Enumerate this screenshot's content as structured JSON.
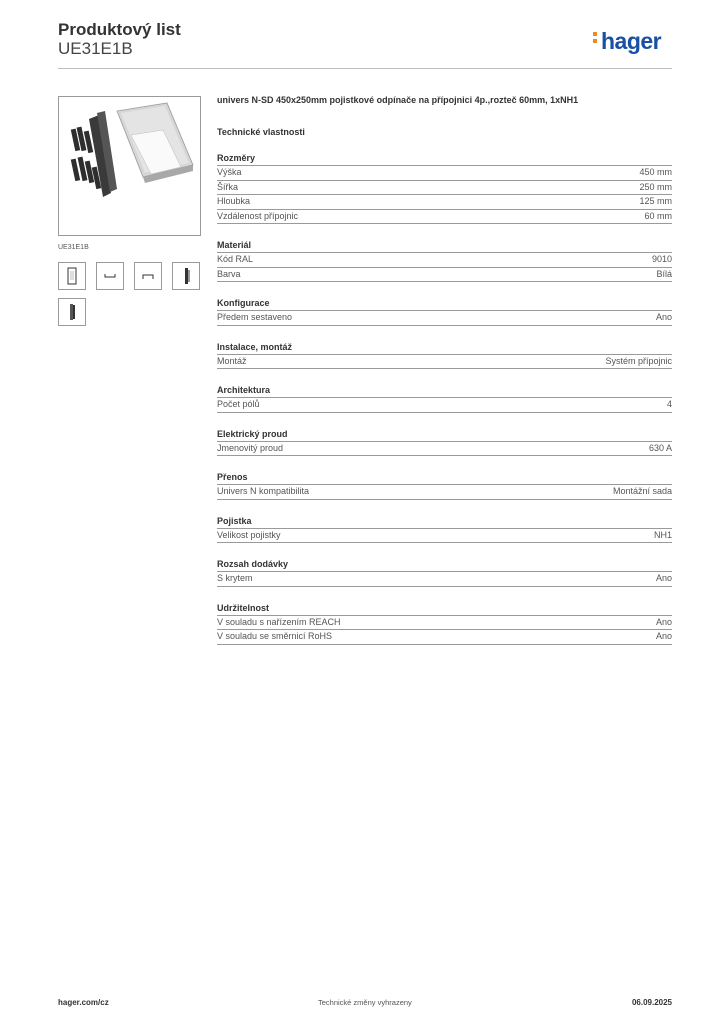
{
  "header": {
    "title": "Produktový list",
    "code": "UE31E1B",
    "logo": "hager"
  },
  "colors": {
    "logo_blue": "#1a4fa3",
    "logo_orange": "#f08a1c"
  },
  "image": {
    "caption": "UE31E1B"
  },
  "description": "univers N-SD 450x250mm pojistkové odpínače na přípojnici 4p.,rozteč 60mm, 1xNH1",
  "tech_title": "Technické vlastnosti",
  "groups": [
    {
      "title": "Rozměry",
      "rows": [
        {
          "label": "Výška",
          "value": "450 mm"
        },
        {
          "label": "Šířka",
          "value": "250 mm"
        },
        {
          "label": "Hloubka",
          "value": "125 mm"
        },
        {
          "label": "Vzdálenost přípojnic",
          "value": "60 mm"
        }
      ]
    },
    {
      "title": "Materiál",
      "rows": [
        {
          "label": "Kód RAL",
          "value": "9010"
        },
        {
          "label": "Barva",
          "value": "Bílá"
        }
      ]
    },
    {
      "title": "Konfigurace",
      "rows": [
        {
          "label": "Předem sestaveno",
          "value": "Ano"
        }
      ]
    },
    {
      "title": "Instalace, montáž",
      "rows": [
        {
          "label": "Montáž",
          "value": "Systém přípojnic"
        }
      ]
    },
    {
      "title": "Architektura",
      "rows": [
        {
          "label": "Počet pólů",
          "value": "4"
        }
      ]
    },
    {
      "title": "Elektrický proud",
      "rows": [
        {
          "label": "Jmenovitý proud",
          "value": "630 A"
        }
      ]
    },
    {
      "title": "Přenos",
      "rows": [
        {
          "label": "Univers N kompatibilita",
          "value": "Montážní sada"
        }
      ]
    },
    {
      "title": "Pojistka",
      "rows": [
        {
          "label": "Velikost pojistky",
          "value": "NH1"
        }
      ]
    },
    {
      "title": "Rozsah dodávky",
      "rows": [
        {
          "label": "S krytem",
          "value": "Ano"
        }
      ]
    },
    {
      "title": "Udržitelnost",
      "rows": [
        {
          "label": "V souladu s nařízením REACH",
          "value": "Ano"
        },
        {
          "label": "V souladu se směrnicí RoHS",
          "value": "Ano"
        }
      ]
    }
  ],
  "footer": {
    "website": "hager.com/cz",
    "note": "Technické změny vyhrazeny",
    "date": "06.09.2025"
  }
}
